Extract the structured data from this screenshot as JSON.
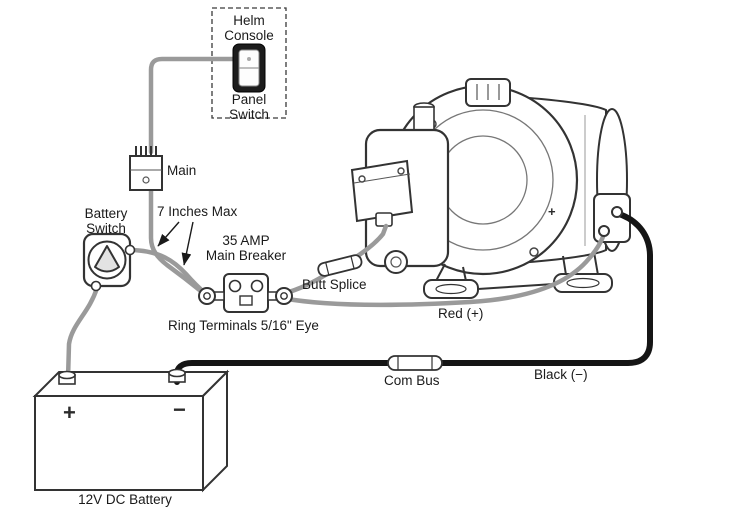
{
  "colors": {
    "background": "#ffffff",
    "positive_wire": "#9a9a9a",
    "negative_wire": "#151515",
    "line_art": "#333333"
  },
  "helm_console": {
    "title_line1": "Helm",
    "title_line2": "Console",
    "switch_line1": "Panel",
    "switch_line2": "Switch"
  },
  "main_fuse": {
    "label": "Main"
  },
  "battery_switch": {
    "label_line1": "Battery",
    "label_line2": "Switch"
  },
  "main_breaker": {
    "label_line1": "35 AMP",
    "label_line2": "Main Breaker"
  },
  "butt_splice": {
    "label": "Butt Splice"
  },
  "com_bus": {
    "label": "Com Bus"
  },
  "annotations": {
    "wire_length": "7 Inches Max",
    "ring_terminals": "Ring Terminals 5/16\" Eye"
  },
  "wires": {
    "positive_label": "Red (+)",
    "negative_label": "Black (−)"
  },
  "battery": {
    "label": "12V DC Battery",
    "positive_symbol": "+",
    "negative_symbol": "−"
  },
  "pump": {
    "positive_symbol": "+"
  }
}
